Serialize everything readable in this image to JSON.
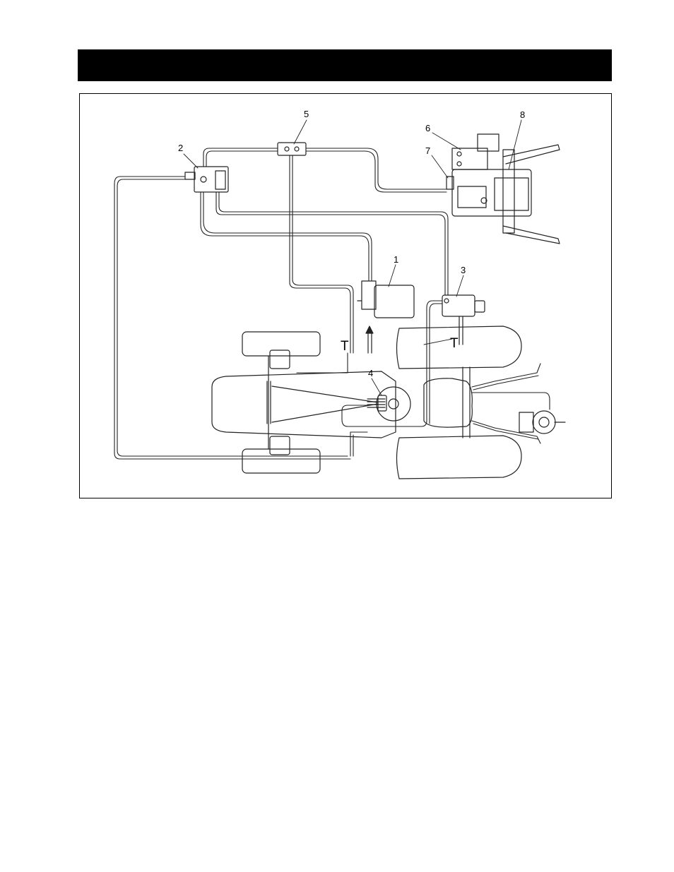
{
  "figure": {
    "callouts": {
      "c1": "1",
      "c2": "2",
      "c3": "3",
      "c4": "4",
      "c5": "5",
      "c6": "6",
      "c7": "7",
      "c8": "8"
    },
    "tank_labels": {
      "t1": "T",
      "t2": "T"
    }
  }
}
